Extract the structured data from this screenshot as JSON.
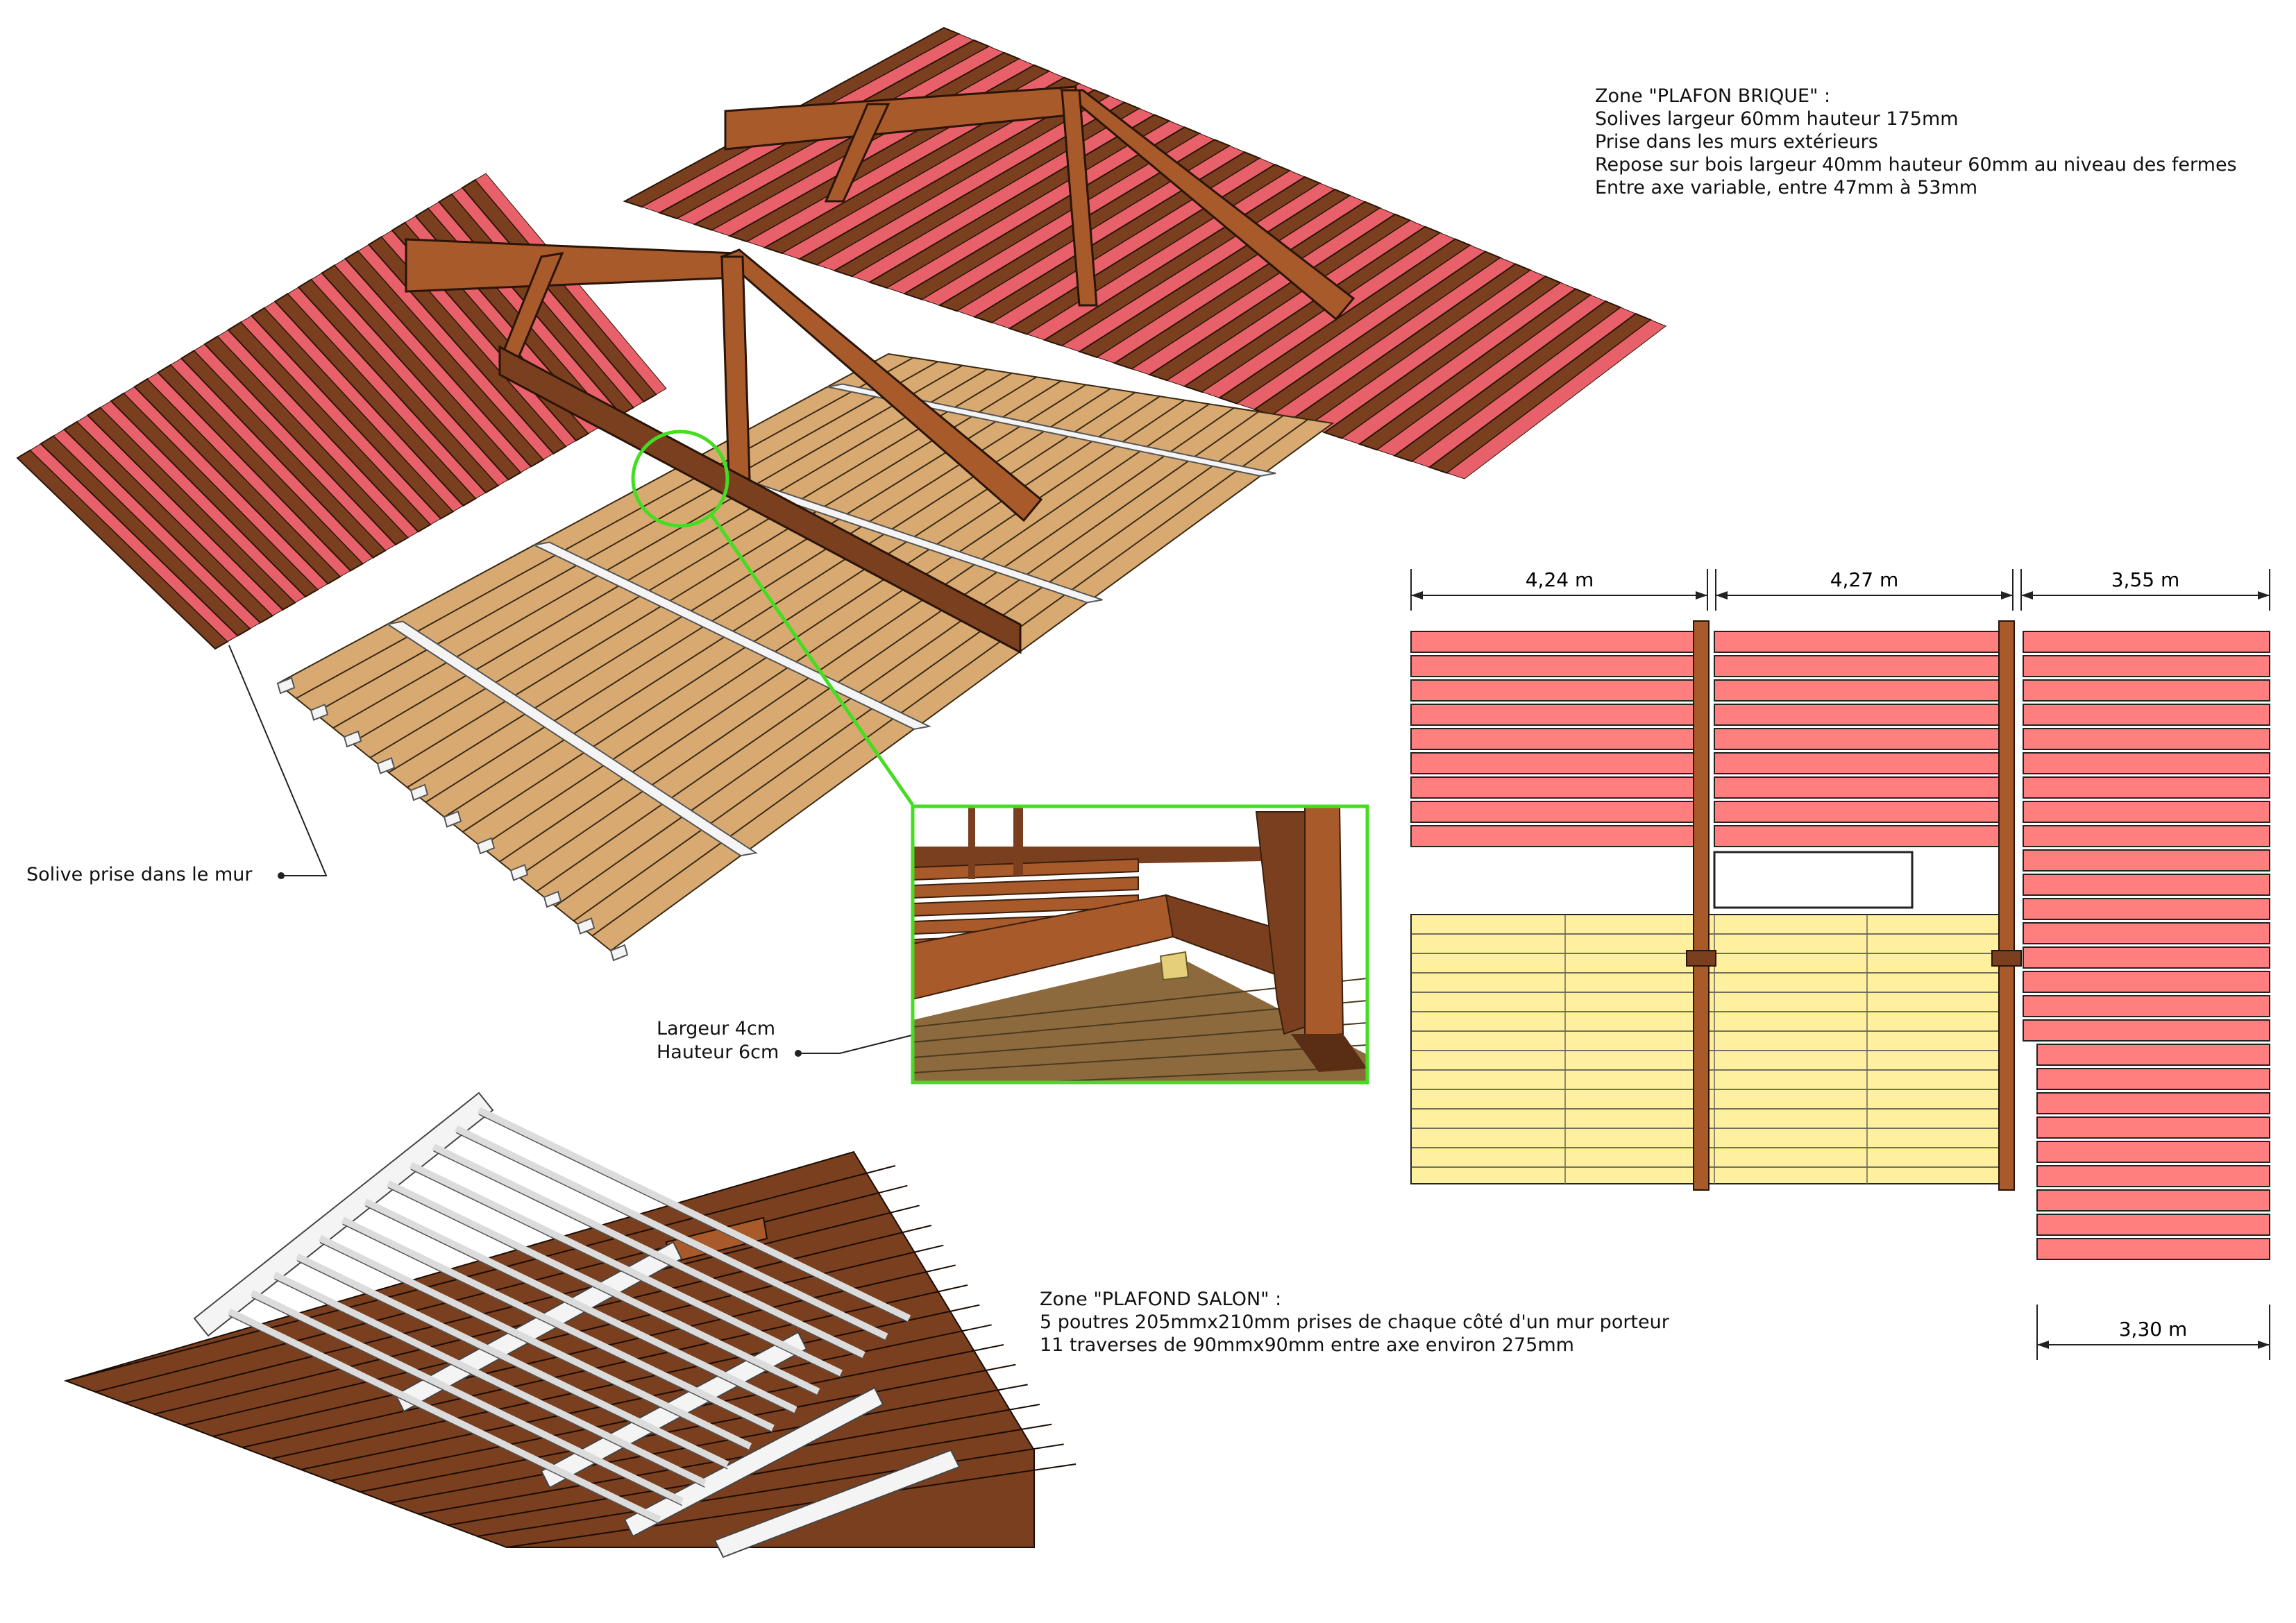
{
  "colors": {
    "brick_joist": "#e8616a",
    "brick_joist_face": "#ff7f7f",
    "timber": "#7a3f1e",
    "timber_light": "#a85a2a",
    "salon_board": "#d8aa72",
    "salon_plan": "#fff0a0",
    "white_beam": "#f4f4f4",
    "highlight": "#44dd22"
  },
  "notes": {
    "brique": {
      "title": "Zone \"PLAFON BRIQUE\" :",
      "lines": [
        "Solives largeur 60mm hauteur 175mm",
        "Prise dans les murs extérieurs",
        "Repose sur bois largeur 40mm hauteur 60mm au niveau des fermes",
        "Entre axe variable, entre 47mm à 53mm"
      ]
    },
    "salon": {
      "title": "Zone \"PLAFOND SALON\" :",
      "lines": [
        "5 poutres 205mmx210mm prises de chaque côté d'un mur porteur",
        "11 traverses de 90mmx90mm entre axe environ 275mm"
      ]
    }
  },
  "callouts": {
    "solive": "Solive prise dans le mur",
    "largeur": "Largeur 4cm",
    "hauteur": "Hauteur 6cm"
  },
  "plan": {
    "dimensions_top": [
      "4,24 m",
      "4,27 m",
      "3,55 m"
    ],
    "dimension_bottom": "3,30 m"
  }
}
